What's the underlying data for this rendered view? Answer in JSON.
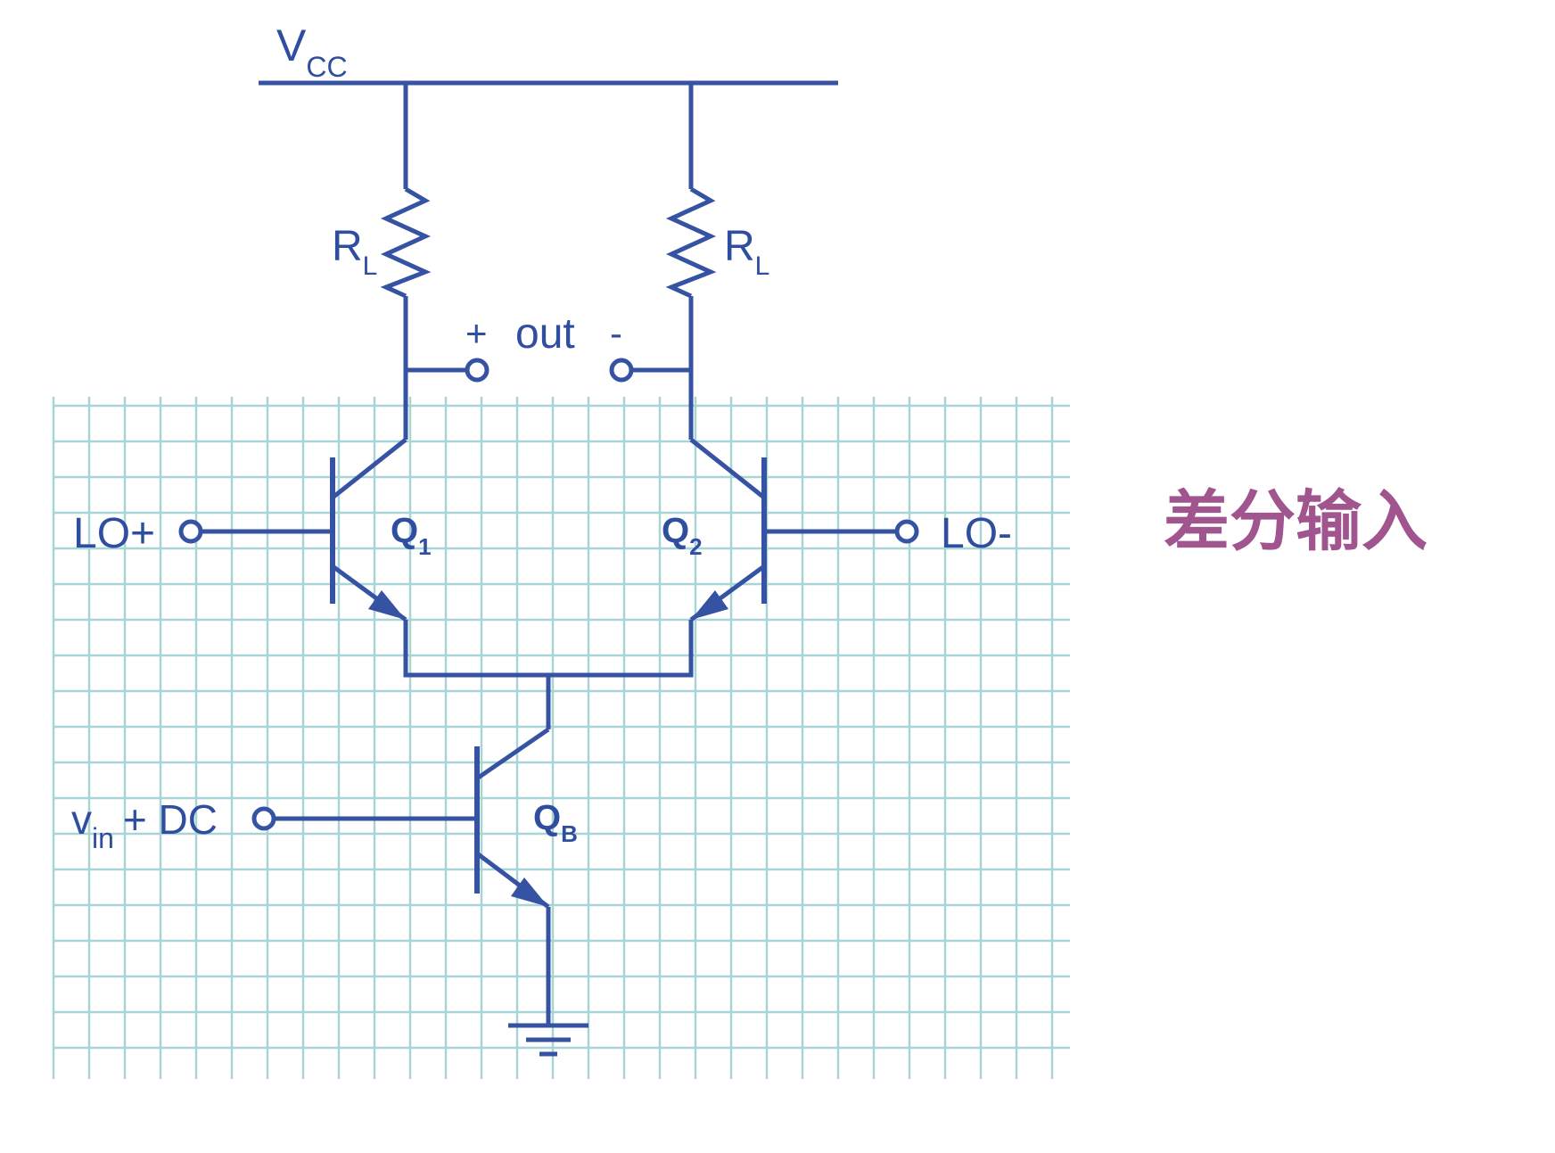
{
  "diagram": {
    "supply": {
      "main": "V",
      "sub": "CC"
    },
    "resistor_left": {
      "main": "R",
      "sub": "L"
    },
    "resistor_right": {
      "main": "R",
      "sub": "L"
    },
    "out_plus": "+",
    "out_word": "out",
    "out_minus": "-",
    "lo_plus": "LO+",
    "lo_minus": "LO-",
    "q1": {
      "main": "Q",
      "sub": "1"
    },
    "q2": {
      "main": "Q",
      "sub": "2"
    },
    "qb": {
      "main": "Q",
      "sub": "B"
    },
    "vin": {
      "main": "v",
      "sub": "in",
      "suffix": "+ DC"
    },
    "annotation": "差分输入"
  },
  "colors": {
    "wire": "#3552a3",
    "grid": "#a8d4d6",
    "annotation": "#a0558f",
    "background": "#ffffff"
  }
}
